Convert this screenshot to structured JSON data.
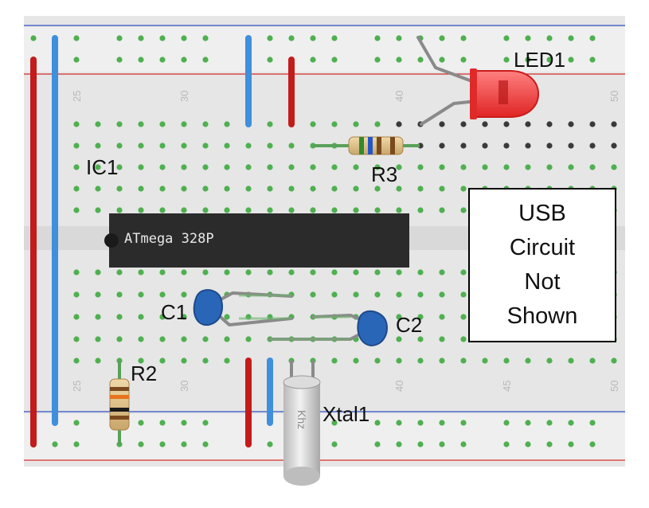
{
  "breadboard": {
    "column_numbers": {
      "upper": [
        "25",
        "30",
        "40",
        "50"
      ],
      "lower": [
        "25",
        "30",
        "40",
        "45",
        "50"
      ]
    }
  },
  "components": {
    "ic": {
      "label": "IC1",
      "marking": "ATmega 328P"
    },
    "led": {
      "label": "LED1",
      "color": "#ff3b3b"
    },
    "r3": {
      "label": "R3"
    },
    "r2": {
      "label": "R2"
    },
    "c1": {
      "label": "C1"
    },
    "c2": {
      "label": "C2"
    },
    "xtal": {
      "label": "Xtal1",
      "marking": "Khz"
    }
  },
  "note": {
    "lines": [
      "USB",
      "Circuit",
      "Not",
      "Shown"
    ]
  },
  "colors": {
    "board": "#e6e6e6",
    "rail_red": "#d42a2a",
    "rail_blue": "#2f4fc4",
    "wire_red": "#c41b1b",
    "wire_blue": "#3f8fdc",
    "hole_green": "#4fb04f",
    "capacitor": "#2a66b8"
  }
}
